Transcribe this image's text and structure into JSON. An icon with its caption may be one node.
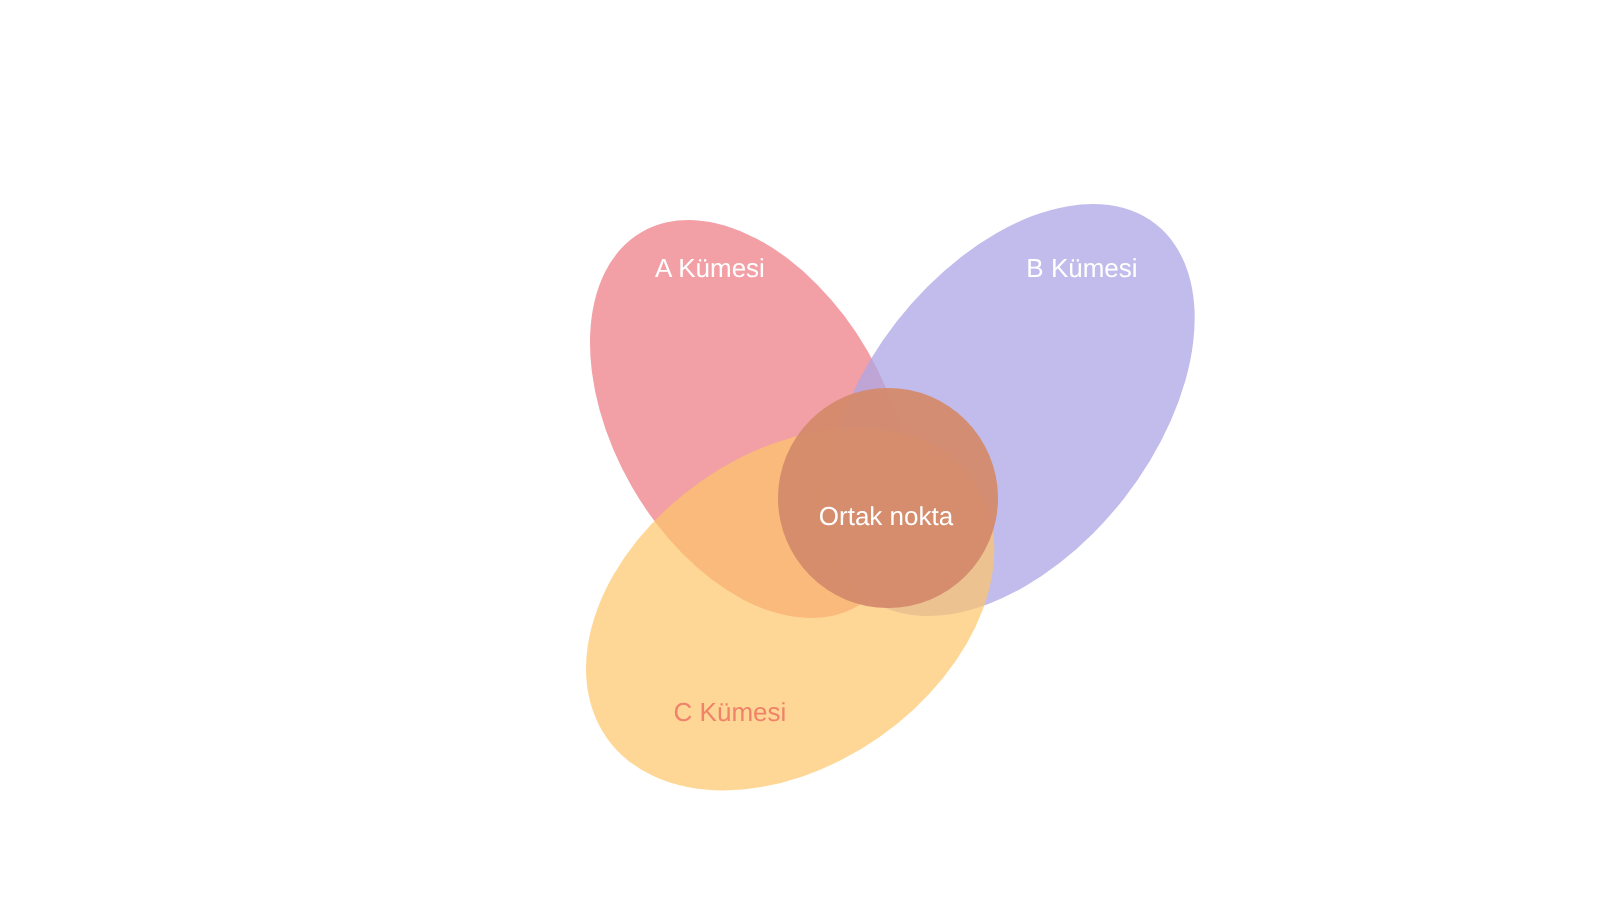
{
  "diagram": {
    "nodes": [
      {
        "text": [
          "A Kümesi"
        ]
      },
      {
        "text": [
          "B Kümesi"
        ]
      },
      {
        "text": [
          "C Kümesi"
        ]
      },
      {
        "text": [
          "Ortak nokta"
        ]
      }
    ]
  }
}
